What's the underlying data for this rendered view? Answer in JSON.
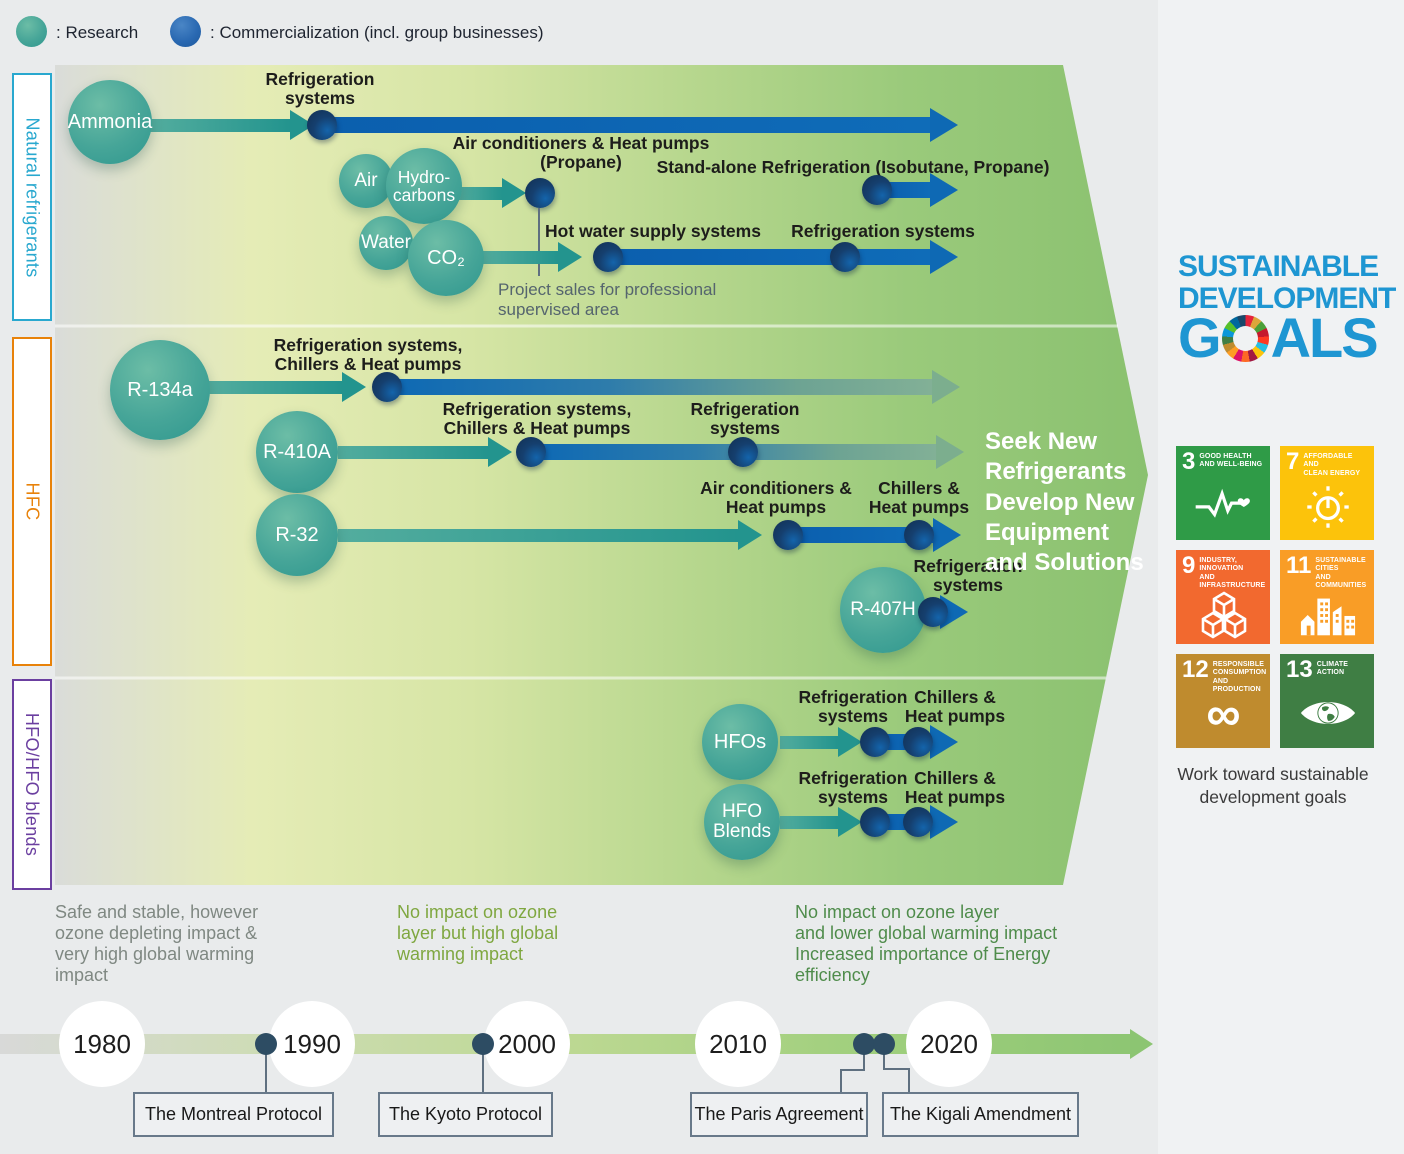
{
  "legend": {
    "research_label": ": Research",
    "commercialization_label": ": Commercialization (incl. group businesses)"
  },
  "sections": {
    "natural": {
      "label": "Natural refrigerants",
      "color": "#29a8cf"
    },
    "hfc": {
      "label": "HFC",
      "color": "#e8820a"
    },
    "hfo": {
      "label": "HFO/HFO blends",
      "color": "#6b3fa0"
    }
  },
  "bubbles": {
    "ammonia": "Ammonia",
    "air": "Air",
    "hydrocarbons": "Hydro-\ncarbons",
    "water": "Water",
    "co2": "CO₂",
    "r134a": "R-134a",
    "r410a": "R-410A",
    "r32": "R-32",
    "r407h": "R-407H",
    "hfos": "HFOs",
    "hfo_blends": "HFO\nBlends"
  },
  "labels": {
    "ammonia_row": "Refrigeration\nsystems",
    "propane": "Air conditioners & Heat pumps\n(Propane)",
    "standalone": "Stand-alone Refrigeration (Isobutane, Propane)",
    "hot_water": "Hot water supply systems",
    "co2_refrigeration": "Refrigeration systems",
    "project_note": "Project sales for professional\nsupervised area",
    "r134a_row": "Refrigeration systems,\nChillers & Heat pumps",
    "r410a_row1": "Refrigeration systems,\nChillers & Heat pumps",
    "r410a_row2": "Refrigeration\nsystems",
    "r32_row1": "Air conditioners &\nHeat pumps",
    "r32_row2": "Chillers &\nHeat pumps",
    "r407h_row": "Refrigeration\nsystems",
    "hfos_row1": "Refrigeration\nsystems",
    "hfos_row2": "Chillers &\nHeat pumps",
    "hfo_blends_row1": "Refrigeration\nsystems",
    "hfo_blends_row2": "Chillers &\nHeat pumps",
    "seek": "Seek New\nRefrigerants",
    "develop": "Develop New\nEquipment\nand Solutions"
  },
  "annotations": {
    "gray": "Safe and stable, however\nozone depleting impact &\nvery high global warming\nimpact",
    "green1": "No impact on ozone\nlayer but high global\nwarming impact",
    "green2": "No impact on ozone layer\nand lower global warming impact\nIncreased importance of Energy\nefficiency"
  },
  "sdg": {
    "logo_line1": "SUSTAINABLE",
    "logo_line2": "DEVELOPMENT",
    "goals_g": "G",
    "goals_als": "ALS",
    "logo_color": "#1e96d2",
    "tiles": [
      {
        "num": "3",
        "title": "GOOD HEALTH\nAND WELL-BEING",
        "color": "#2f9b47"
      },
      {
        "num": "7",
        "title": "AFFORDABLE AND\nCLEAN ENERGY",
        "color": "#fcc30b"
      },
      {
        "num": "9",
        "title": "INDUSTRY, INNOVATION\nAND INFRASTRUCTURE",
        "color": "#f2692f"
      },
      {
        "num": "11",
        "title": "SUSTAINABLE CITIES\nAND COMMUNITIES",
        "color": "#f99d26"
      },
      {
        "num": "12",
        "title": "RESPONSIBLE\nCONSUMPTION\nAND PRODUCTION",
        "color": "#bf8b2e"
      },
      {
        "num": "13",
        "title": "CLIMATE\nACTION",
        "color": "#3f7e44"
      }
    ],
    "infinity_glyph": "∞",
    "caption": "Work toward sustainable\ndevelopment goals"
  },
  "timeline": {
    "years": [
      "1980",
      "1990",
      "2000",
      "2010",
      "2020"
    ],
    "events": [
      {
        "label": "The Montreal Protocol"
      },
      {
        "label": "The Kyoto Protocol"
      },
      {
        "label": "The Paris Agreement"
      },
      {
        "label": "The Kigali Amendment"
      }
    ]
  },
  "colors": {
    "research_teal": "#2f9e94",
    "commercialization_blue": "#0e69b4",
    "dot_navy": "#13365e",
    "arrow_bg_left": "#d9dbd8",
    "arrow_bg_right": "#8ac16f",
    "timeline_dot": "#2d4c63"
  }
}
